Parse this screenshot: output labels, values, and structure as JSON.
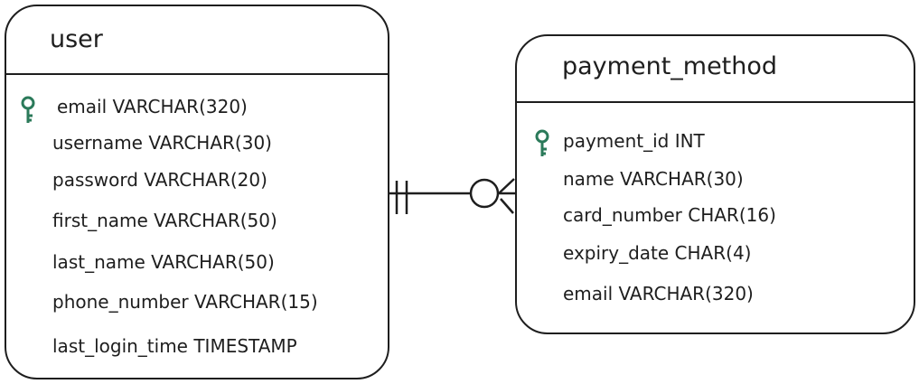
{
  "entities": [
    {
      "name": "user",
      "primary_key": "email",
      "fields": [
        "email VARCHAR(320)",
        "username VARCHAR(30)",
        "password VARCHAR(20)",
        "first_name VARCHAR(50)",
        "last_name VARCHAR(50)",
        "phone_number VARCHAR(15)",
        "last_login_time TIMESTAMP"
      ]
    },
    {
      "name": "payment_method",
      "primary_key": "payment_id",
      "fields": [
        "payment_id INT",
        "name VARCHAR(30)",
        "card_number CHAR(16)",
        "expiry_date CHAR(4)",
        "email VARCHAR(320)"
      ]
    }
  ],
  "relationship": {
    "from": "user",
    "to": "payment_method",
    "from_cardinality": "exactly-one",
    "to_cardinality": "zero-or-many"
  },
  "colors": {
    "stroke": "#1e1e1e",
    "key": "#2b7a5a"
  }
}
